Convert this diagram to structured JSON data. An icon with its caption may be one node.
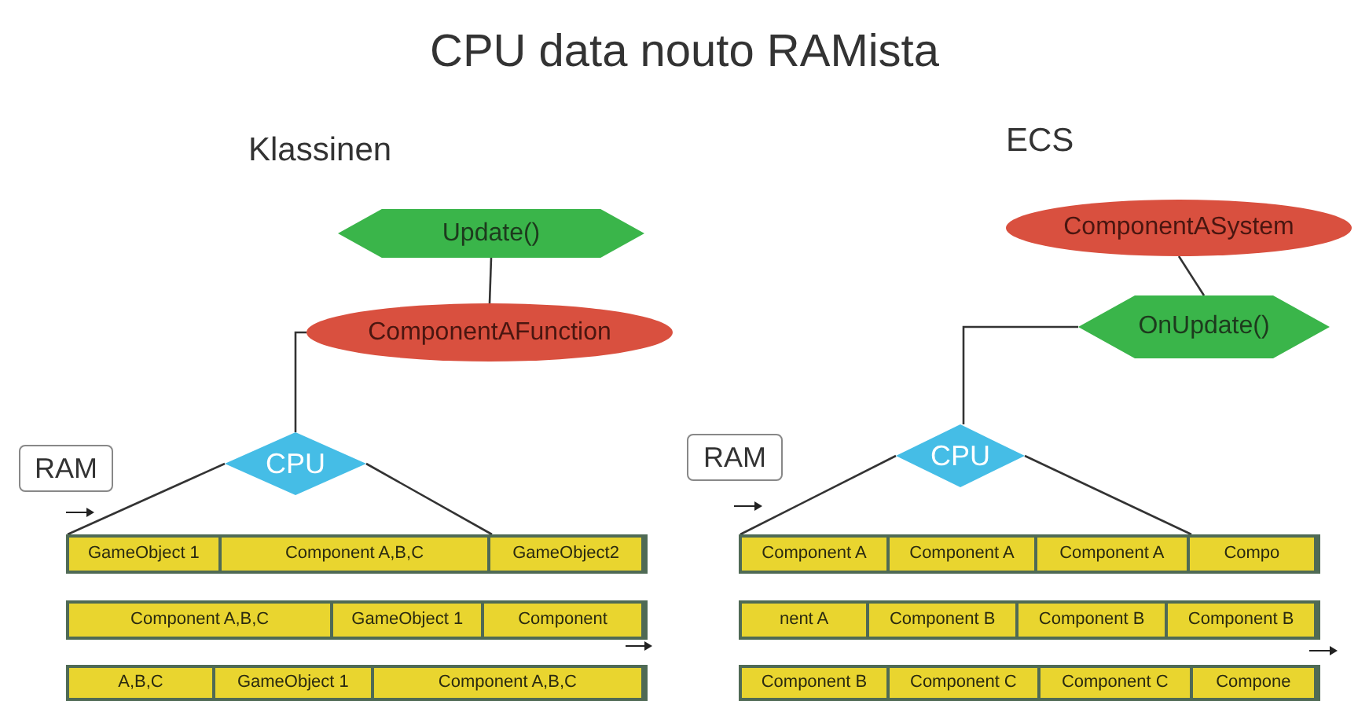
{
  "diagram": {
    "title": "CPU data nouto RAMista",
    "nodes": [
      {
        "text": [
          "Update()"
        ]
      },
      {
        "text": [
          "ComponentAFunction"
        ]
      },
      {
        "text": [
          "RAM"
        ]
      },
      {
        "text": [
          "CPU"
        ]
      },
      {
        "text": [],
        "shape": "bar"
      },
      {
        "text": [
          "GameObject 1"
        ],
        "in": 4
      },
      {
        "text": [
          "Component A,B,C"
        ],
        "in": 4
      },
      {
        "text": [
          "GameObject2"
        ],
        "in": 4
      },
      {
        "text": [],
        "shape": "bar"
      },
      {
        "text": [
          "Component A,B,C"
        ],
        "in": 8
      },
      {
        "text": [
          "GameObject 1"
        ],
        "in": 8
      },
      {
        "text": [
          "Component"
        ],
        "in": 8
      },
      {
        "text": [],
        "shape": "bar"
      },
      {
        "text": [
          "A,B,C"
        ],
        "in": 12
      },
      {
        "text": [
          "GameObject 1"
        ],
        "in": 12
      },
      {
        "text": [
          "Component A,B,C"
        ],
        "in": 12
      },
      {
        "text": [
          "ComponentASystem"
        ]
      },
      {
        "text": [
          "OnUpdate()"
        ]
      },
      {
        "text": [
          "RAM"
        ]
      },
      {
        "text": [
          "CPU"
        ]
      },
      {
        "text": [],
        "shape": "bar"
      },
      {
        "text": [
          "Component A"
        ],
        "in": 20
      },
      {
        "text": [
          "Component A"
        ],
        "in": 20
      },
      {
        "text": [
          "Component A"
        ],
        "in": 20
      },
      {
        "text": [
          "Compo"
        ],
        "in": 20
      },
      {
        "text": [],
        "shape": "bar"
      },
      {
        "text": [
          "nent A"
        ],
        "in": 25
      },
      {
        "text": [
          "Component B"
        ],
        "in": 25
      },
      {
        "text": [
          "Component B"
        ],
        "in": 25
      },
      {
        "text": [
          "Component B"
        ],
        "in": 25
      },
      {
        "text": [],
        "shape": "bar"
      },
      {
        "text": [
          "Component B"
        ],
        "in": 30
      },
      {
        "text": [
          "Component C"
        ],
        "in": 30
      },
      {
        "text": [
          "Component C"
        ],
        "in": 30
      },
      {
        "text": [
          "Compone"
        ],
        "in": 30
      }
    ],
    "edges": [
      {
        "from": 0,
        "to": 1,
        "arrow": "none"
      },
      {
        "from": 1,
        "to": 3,
        "arrow": "none"
      },
      {
        "from": 3,
        "to": 5,
        "arrow": "none"
      },
      {
        "from": 3,
        "to": 6,
        "arrow": "none"
      },
      {
        "from": 16,
        "to": 17,
        "arrow": "none"
      },
      {
        "from": 17,
        "to": 19,
        "arrow": "none"
      },
      {
        "from": 19,
        "to": 21,
        "arrow": "none"
      },
      {
        "from": 19,
        "to": 23,
        "arrow": "none"
      }
    ],
    "labels": [
      "Klassinen",
      "ECS"
    ]
  }
}
